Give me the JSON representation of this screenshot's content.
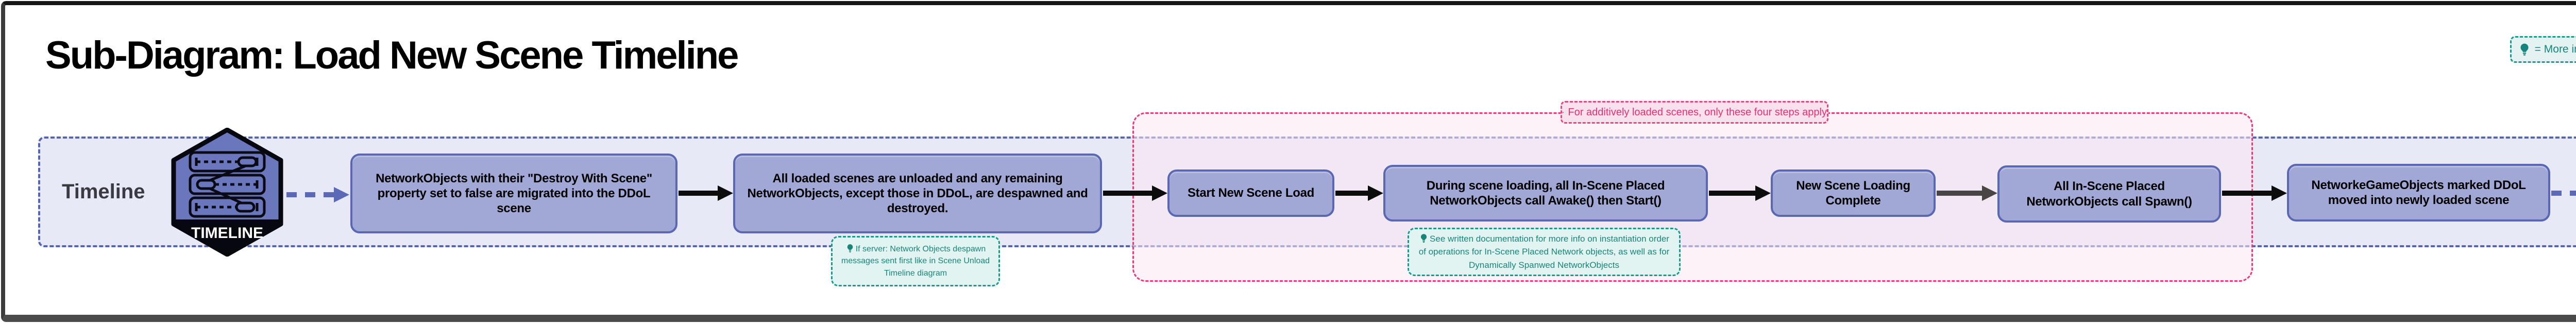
{
  "title": "Sub-Diagram: Load New Scene Timeline",
  "legend": {
    "icon": "lightbulb-icon",
    "label": "= More info"
  },
  "lane": {
    "label": "Timeline",
    "badge": {
      "label": "TIMELINE",
      "icon": "timeline-tracks-icon"
    }
  },
  "flow": {
    "boxes": [
      {
        "text": "NetworkObjects with their \"Destroy With Scene\" property set to false are migrated into the DDoL scene"
      },
      {
        "text": "All loaded scenes are unloaded and any remaining NetworkObjects, except those in DDoL, are despawned and destroyed."
      },
      {
        "text": "Start New Scene Load"
      },
      {
        "text": "During scene loading, all In-Scene Placed NetworkObjects call Awake() then Start()"
      },
      {
        "text": "New Scene Loading Complete"
      },
      {
        "text": "All In-Scene Placed NetworkObjects call Spawn()"
      },
      {
        "text": "NetworkeGameObjects marked DDoL moved into newly loaded scene"
      }
    ],
    "notes": [
      {
        "icon": "lightbulb-icon",
        "text": "If server: Network Objects despawn messages sent first like in Scene Unload Timeline diagram"
      },
      {
        "icon": "lightbulb-icon",
        "text": "See written documentation for more info on instantiation order of operations for In-Scene Placed Network objects, as well as for Dynamically Spanwed NetworkObjects"
      }
    ],
    "warning": {
      "icon": "warning-triangle-icon",
      "text": "For additively loaded scenes, only these four steps apply"
    }
  },
  "colors": {
    "box_fill": "#a2a8d5",
    "box_border": "#5a67b4",
    "lane_fill": "#e7e9f6",
    "lane_border": "#5565b6",
    "pink_accent": "#e83a7a",
    "pink_fill": "#fbe0ee",
    "teal_accent": "#1a9a8d",
    "teal_fill": "#e2f4f1",
    "arrow_black": "#0c0c0c",
    "arrow_gray": "#4a4545",
    "hexagon_fill": "#6b77bd"
  }
}
